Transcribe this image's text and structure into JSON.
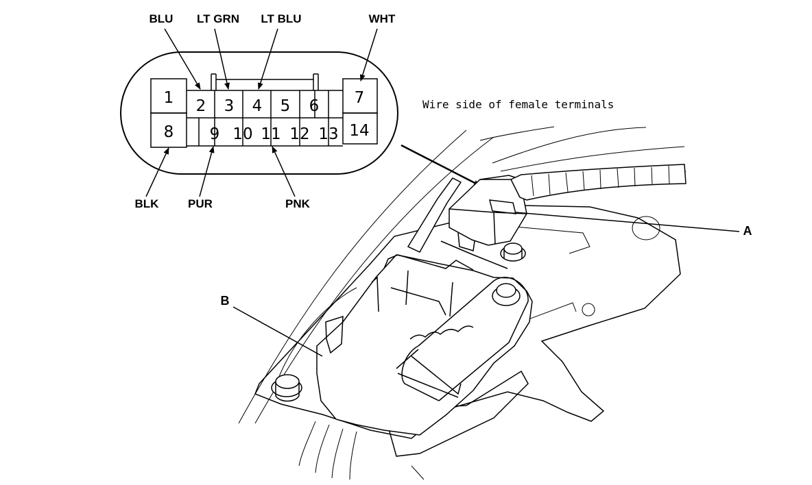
{
  "connector": {
    "pins": [
      "1",
      "2",
      "3",
      "4",
      "5",
      "6",
      "7",
      "8",
      "9",
      "10",
      "11",
      "12",
      "13",
      "14"
    ],
    "wire_labels": {
      "blu": "BLU",
      "lt_grn": "LT GRN",
      "lt_blu": "LT BLU",
      "wht": "WHT",
      "blk": "BLK",
      "pur": "PUR",
      "pnk": "PNK"
    },
    "caption": "Wire side of female terminals"
  },
  "callouts": {
    "a": "A",
    "b": "B"
  }
}
